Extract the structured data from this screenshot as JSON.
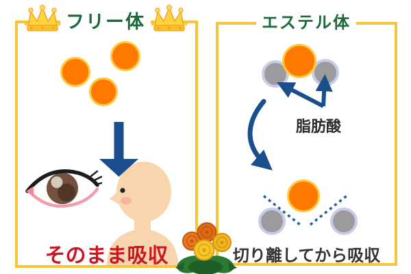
{
  "left_panel": {
    "title": "フリー体",
    "caption": "そのまま吸収",
    "border_color": "#F6C436",
    "title_color": "#186A3B",
    "caption_color": "#C9161F",
    "icons": [
      "crown-icon",
      "crown-icon",
      "down-arrow-icon",
      "eye-icon",
      "person-icon"
    ]
  },
  "right_panel": {
    "title": "エステル体",
    "fatty_acid_label": "脂肪酸",
    "caption": "切り離してから吸収",
    "border_color": "#F6C436",
    "title_color": "#186A3B",
    "caption_color": "#333333",
    "icons": [
      "fatty-acid-arrows-icon",
      "curved-arrow-icon",
      "cut-dashed-lines-icon"
    ]
  },
  "shared": {
    "marigold_icon": "marigold-icon",
    "colors": {
      "lutein_orange": "#FF7800",
      "lutein_ring": "#FFC93E",
      "fatty_acid_gray": "#9B9B9E",
      "fatty_acid_ring": "#C9CCE8",
      "arrow_blue": "#1B4E8C",
      "dashed_cut_blue": "#1E5FA8",
      "gold_border": "#F6C436",
      "crown_gold": "#FFD33E"
    }
  }
}
